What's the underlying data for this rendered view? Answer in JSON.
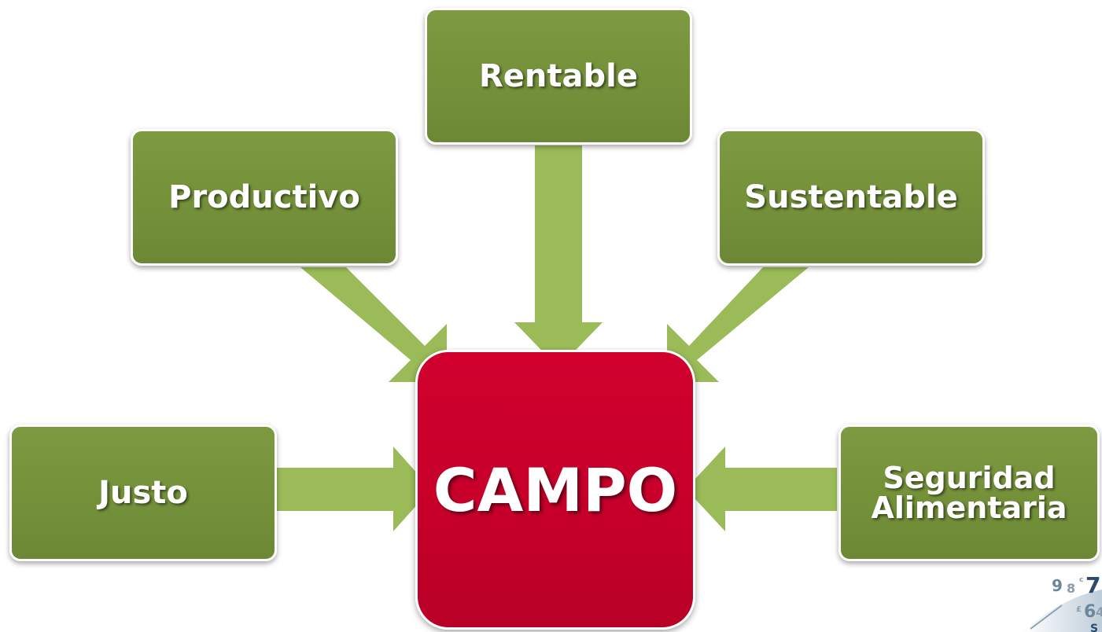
{
  "diagram": {
    "center": {
      "label": "CAMPO"
    },
    "nodes": {
      "rentable": {
        "label": "Rentable"
      },
      "productivo": {
        "label": "Productivo"
      },
      "sustentable": {
        "label": "Sustentable"
      },
      "justo": {
        "label": "Justo"
      },
      "seguridad": {
        "line1": "Seguridad",
        "line2": "Alimentaria"
      }
    },
    "edges": [
      {
        "from": "rentable",
        "to": "center"
      },
      {
        "from": "productivo",
        "to": "center"
      },
      {
        "from": "sustentable",
        "to": "center"
      },
      {
        "from": "justo",
        "to": "center"
      },
      {
        "from": "seguridad",
        "to": "center"
      }
    ],
    "colors": {
      "node_green": "#76933c",
      "arrow_green": "#9bbb59",
      "center_red": "#c8002c",
      "text": "#ffffff"
    }
  }
}
